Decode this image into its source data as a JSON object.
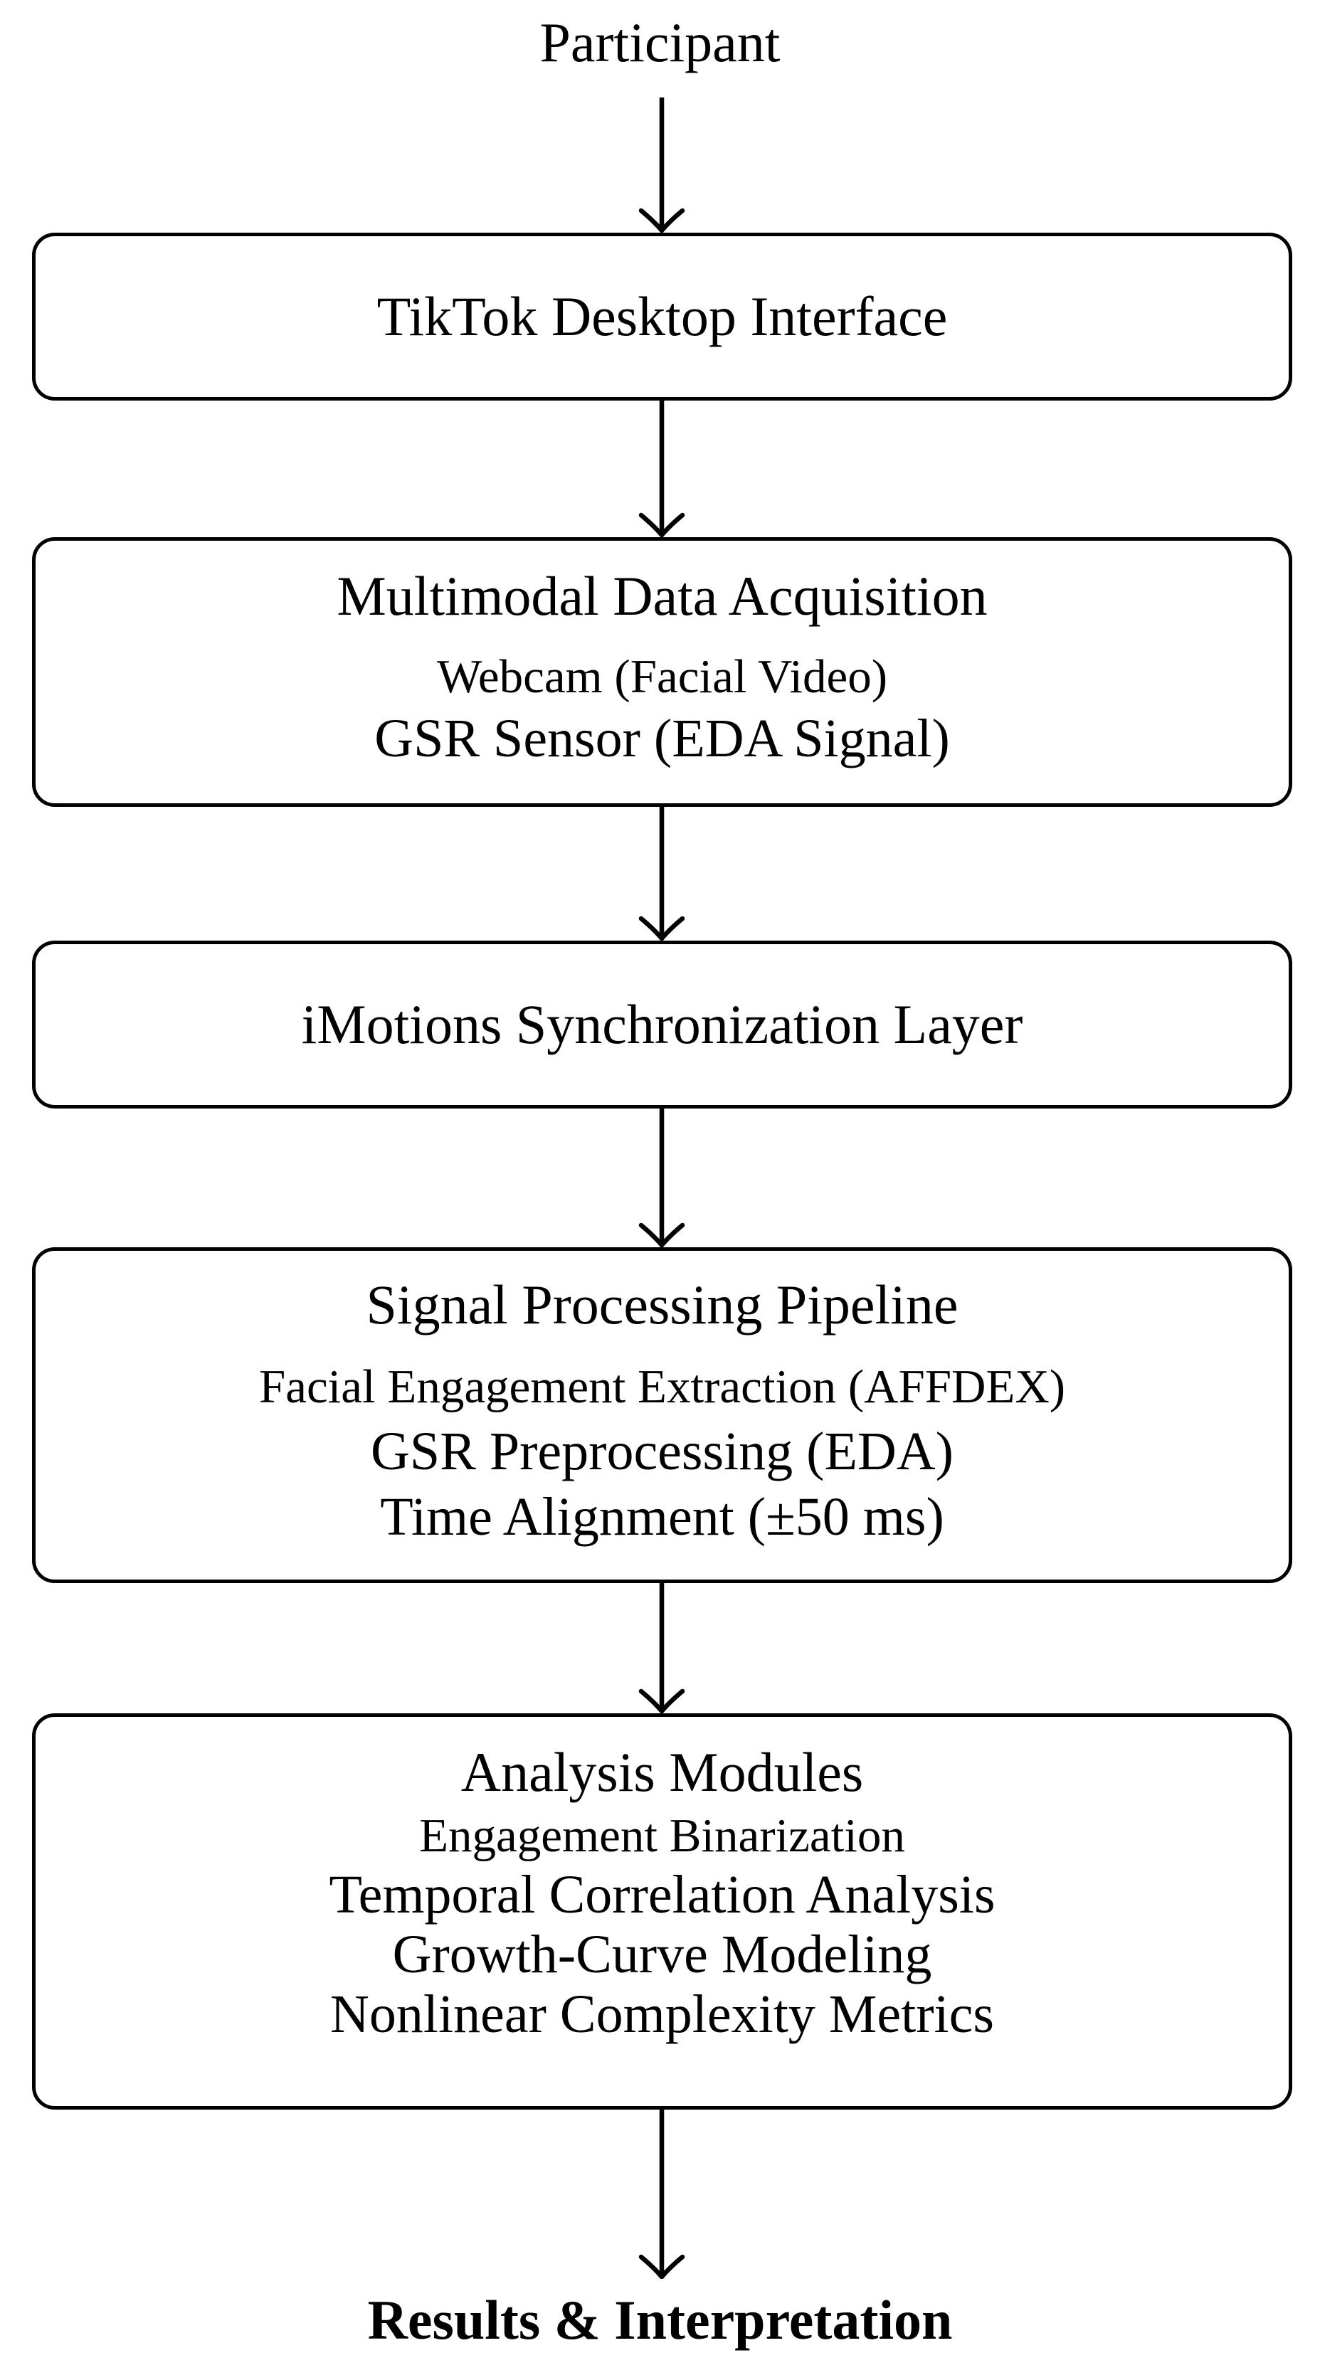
{
  "flowchart": {
    "background_color": "#ffffff",
    "stroke_color": "#000000",
    "source_label": "Participant",
    "sink_label": "Results & Interpretation",
    "nodes": [
      {
        "title": "TikTok Desktop Interface",
        "subtitles": []
      },
      {
        "title": "Multimodal Data Acquisition",
        "subtitles": [
          "Webcam (Facial Video)",
          "GSR Sensor (EDA Signal)"
        ]
      },
      {
        "title": "iMotions Synchronization Layer",
        "subtitles": []
      },
      {
        "title": "Signal Processing Pipeline",
        "subtitles": [
          "Facial Engagement Extraction (AFFDEX)",
          "GSR Preprocessing (EDA)",
          "Time Alignment (±50 ms)"
        ]
      },
      {
        "title": "Analysis Modules",
        "subtitles": [
          "Engagement Binarization",
          "Temporal Correlation Analysis",
          "Growth-Curve Modeling",
          "Nonlinear Complexity Metrics"
        ]
      }
    ]
  }
}
